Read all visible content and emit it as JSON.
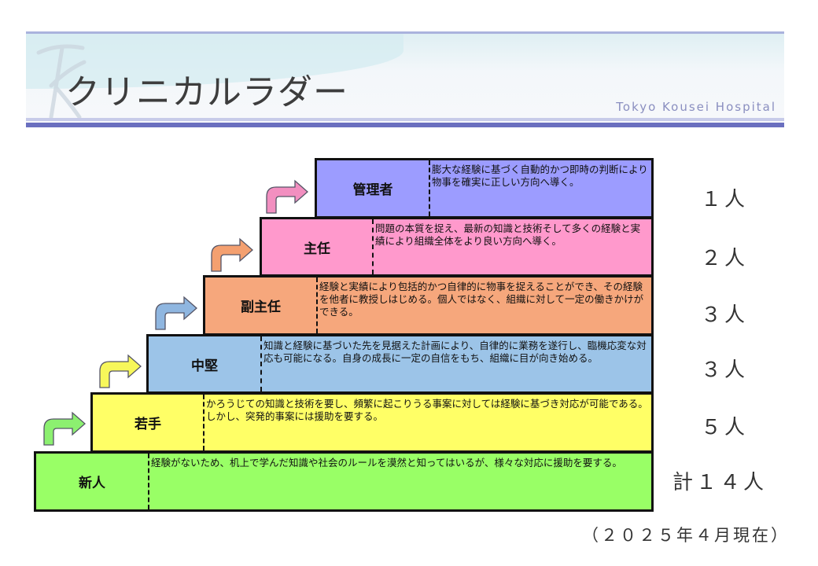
{
  "header": {
    "title": "クリニカルラダー",
    "hospital": "Tokyo Kousei Hospital",
    "logo": "TK"
  },
  "levels": [
    {
      "name": "管理者",
      "desc": "膨大な経験に基づく自動的かつ即時の判断により物事を確実に正しい方向へ導く。",
      "count": "１人",
      "color": "#9c9cff",
      "arrow": "#f28fc0"
    },
    {
      "name": "主任",
      "desc": "問題の本質を捉え、最新の知識と技術そして多くの経験と実績により組織全体をより良い方向へ導く。",
      "count": "２人",
      "color": "#ff99cc",
      "arrow": "#f4a070"
    },
    {
      "name": "副主任",
      "desc": "経験と実績により包括的かつ自律的に物事を捉えることができ、その経験を他者に教授しはじめる。個人ではなく、組織に対して一定の働きかけができる。",
      "count": "３人",
      "color": "#f6a77c",
      "arrow": "#8fb6e0"
    },
    {
      "name": "中堅",
      "desc": "知識と経験に基づいた先を見据えた計画により、自律的に業務を遂行し、臨機応変な対応も可能になる。自身の成長に一定の自信をもち、組織に目が向き始める。",
      "count": "３人",
      "color": "#9cc4e8",
      "arrow": "#f7f75a"
    },
    {
      "name": "若手",
      "desc": "かろうじての知識と技術を要し、頻繁に起こりうる事案に対しては経験に基づき対応が可能である。しかし、突発的事案には援助を要する。",
      "count": "５人",
      "color": "#ffff66",
      "arrow": "#8cf070"
    },
    {
      "name": "新人",
      "desc": "経験がないため、机上で学んだ知識や社会のルールを漠然と知ってはいるが、様々な対応に援助を要する。",
      "count": "計１４人",
      "color": "#99ff66"
    }
  ],
  "footer": "（２０２５年４月現在）"
}
